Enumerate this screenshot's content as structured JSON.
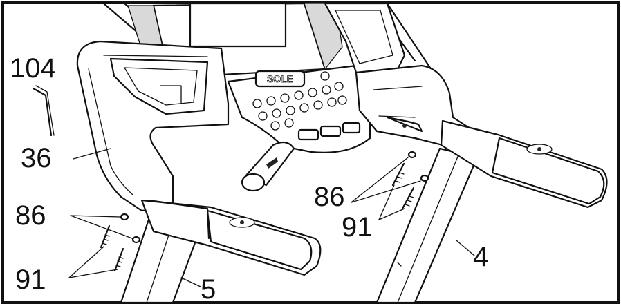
{
  "callouts": {
    "allen_key": "104",
    "handlebar_left": "36",
    "washer_left": "86",
    "bolt_left": "91",
    "upright_left": "5",
    "washer_right": "86",
    "bolt_right": "91",
    "upright_right": "4"
  },
  "console": {
    "brand": "SOLE"
  }
}
